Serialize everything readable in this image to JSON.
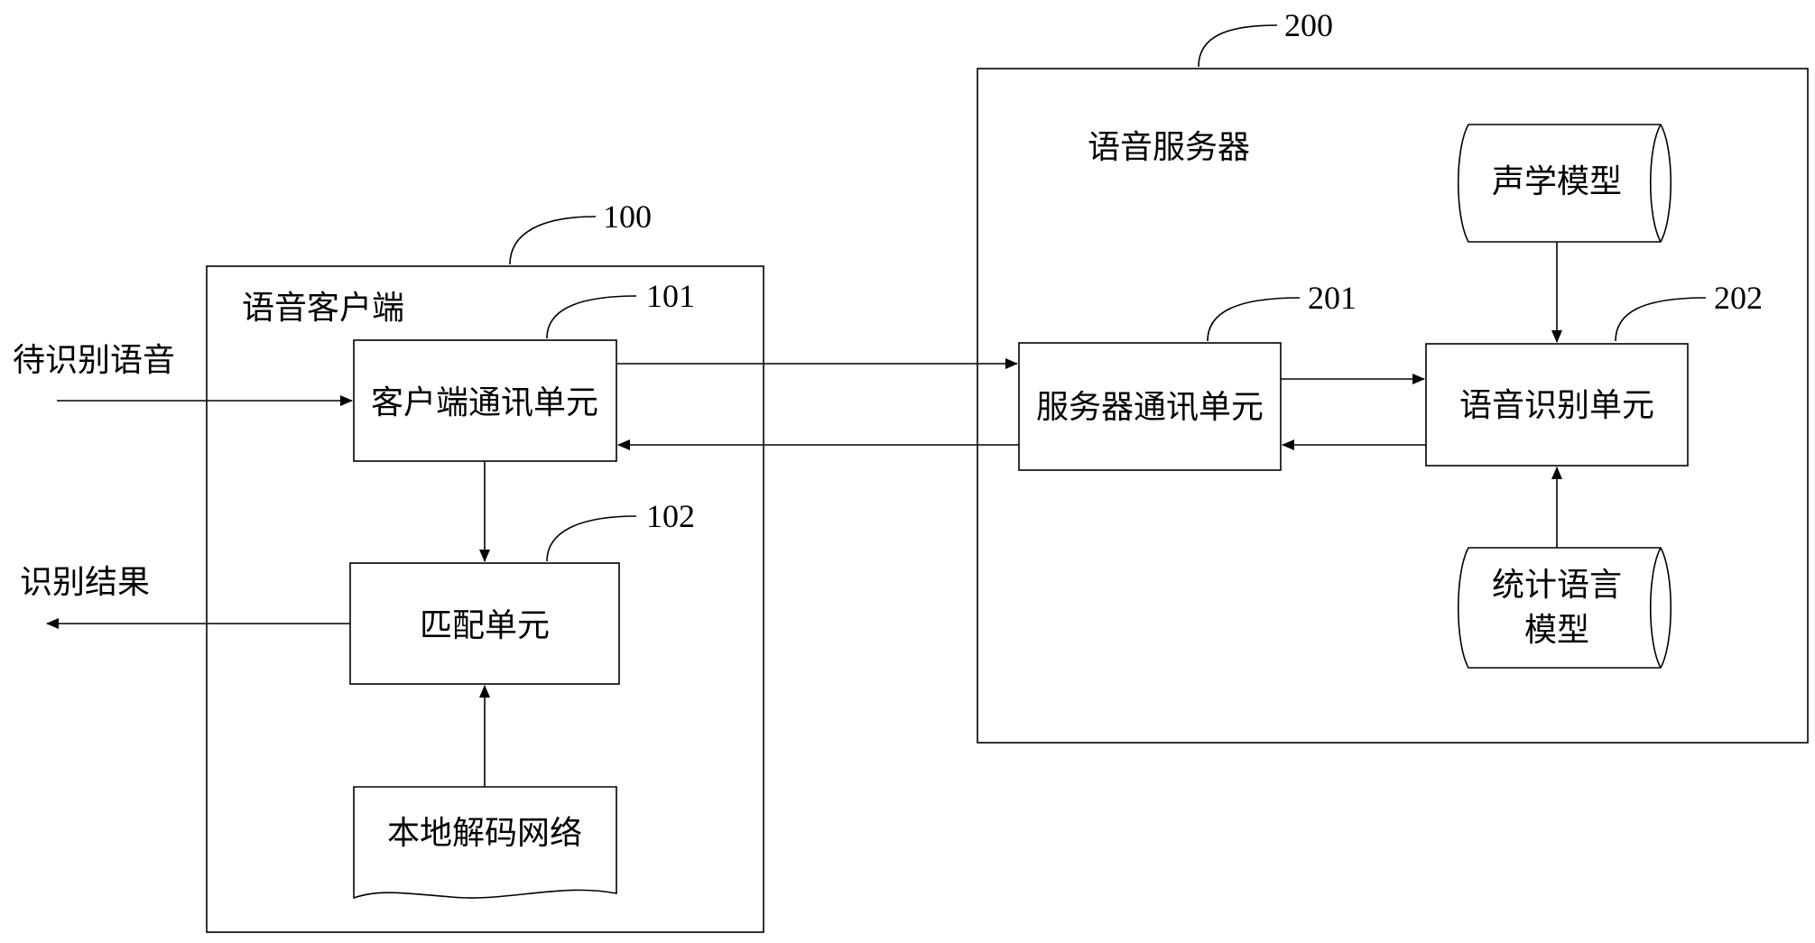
{
  "diagram": {
    "client": {
      "ref": "100",
      "title": "语音客户端",
      "comm_unit": {
        "ref": "101",
        "label": "客户端通讯单元"
      },
      "match_unit": {
        "ref": "102",
        "label": "匹配单元"
      },
      "decode_network": {
        "label": "本地解码网络"
      }
    },
    "server": {
      "ref": "200",
      "title": "语音服务器",
      "comm_unit": {
        "ref": "201",
        "label": "服务器通讯单元"
      },
      "recog_unit": {
        "ref": "202",
        "label": "语音识别单元"
      },
      "acoustic_model": {
        "label": "声学模型"
      },
      "language_model": {
        "label_line1": "统计语言",
        "label_line2": "模型"
      }
    },
    "input_label": "待识别语音",
    "output_label": "识别结果"
  }
}
